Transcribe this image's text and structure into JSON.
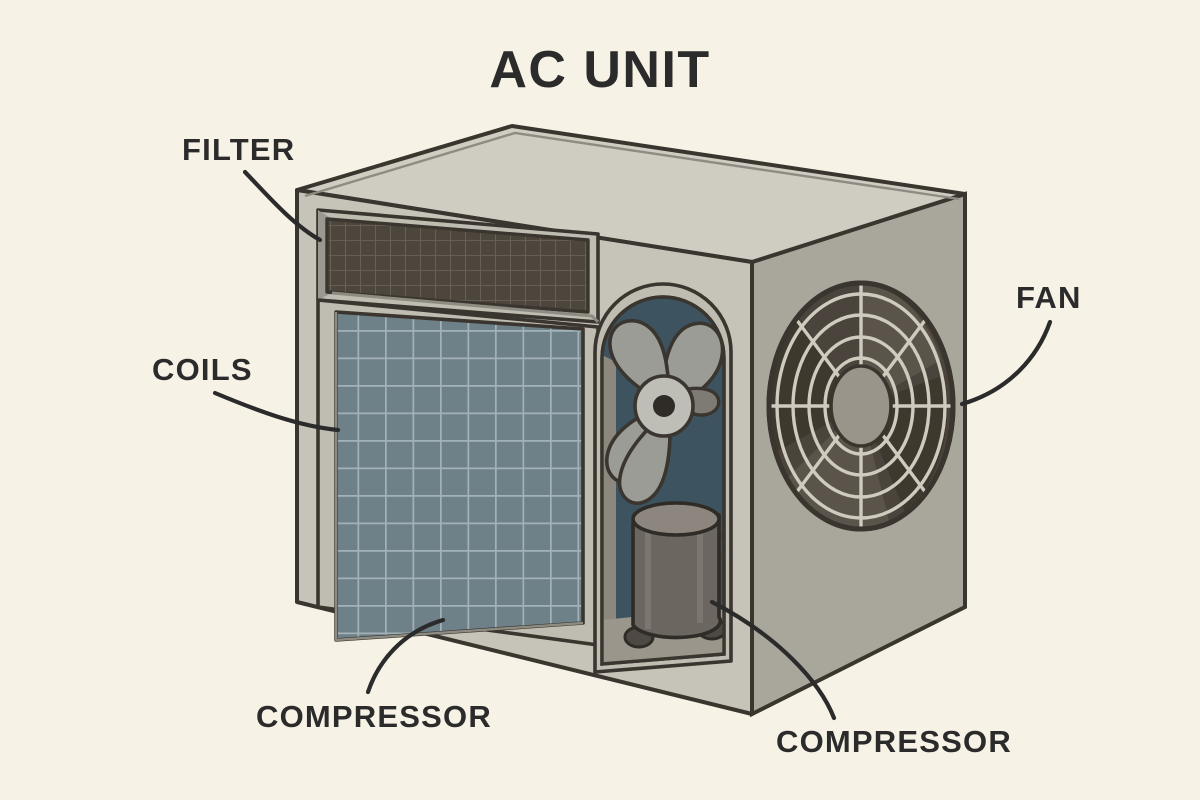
{
  "diagram": {
    "title": "AC UNIT",
    "background_color": "#F7F2E6",
    "ink_color": "#2B2B2B",
    "subject": "window air conditioner cutaway illustration"
  },
  "labels": {
    "filter": "FILTER",
    "coils": "COILS",
    "fan": "FAN",
    "compressor_left": "COMPRESSOR",
    "compressor_right": "COMPRESSOR"
  },
  "parts": {
    "cabinet": {
      "name": "cabinet-body",
      "face_color": "#C9C6BC",
      "top_color": "#CFCCC2",
      "side_color": "#A9A69C",
      "outline_color": "#3A352E"
    },
    "filter_panel": {
      "name": "filter-grille",
      "mesh_color": "#4B453C",
      "frame_color": "#BFBCB2"
    },
    "coil_panel": {
      "name": "coils-panel",
      "fill_color": "#6E8088",
      "grid_color": "#9FB0B6"
    },
    "interior_fan": {
      "name": "interior-blower-fan",
      "blade_color": "#9A9A95",
      "recess_color": "#3E5360",
      "hub_color": "#BDBCB5"
    },
    "compressor_cylinder": {
      "name": "compressor-cylinder",
      "body_color": "#6B6560",
      "top_color": "#8A847D"
    },
    "side_fan": {
      "name": "condenser-fan-grille",
      "grille_ring_color": "#CFCBBE",
      "dark_fill": "#4A443C",
      "hub_color": "#9A958A"
    }
  }
}
